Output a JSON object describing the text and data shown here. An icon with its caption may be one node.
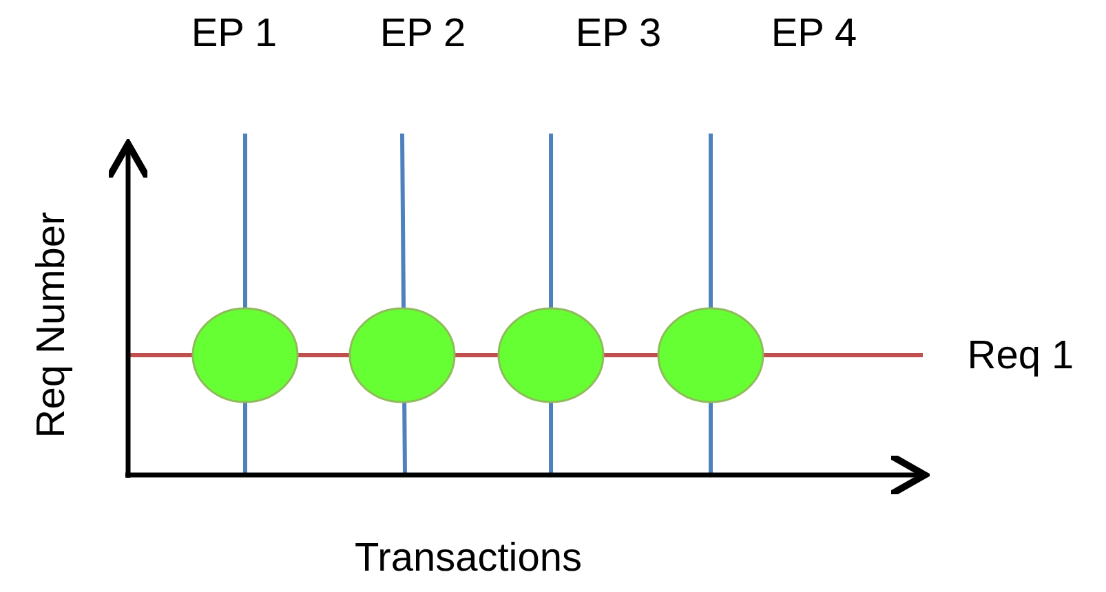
{
  "diagram": {
    "nodes": [
      {
        "text": [],
        "shape": "circle"
      },
      {
        "text": [],
        "shape": "circle"
      },
      {
        "text": [],
        "shape": "circle"
      },
      {
        "text": [],
        "shape": "circle"
      }
    ],
    "edges": [
      {
        "from": 0,
        "to": 1,
        "arrow": "none"
      },
      {
        "from": 1,
        "to": 2,
        "arrow": "none"
      },
      {
        "from": 2,
        "to": 3,
        "arrow": "none"
      }
    ],
    "labels": [
      "EP 1",
      "EP 2",
      "EP 3",
      "EP 4",
      "Req Number",
      "Req 1",
      "Transactions"
    ]
  }
}
